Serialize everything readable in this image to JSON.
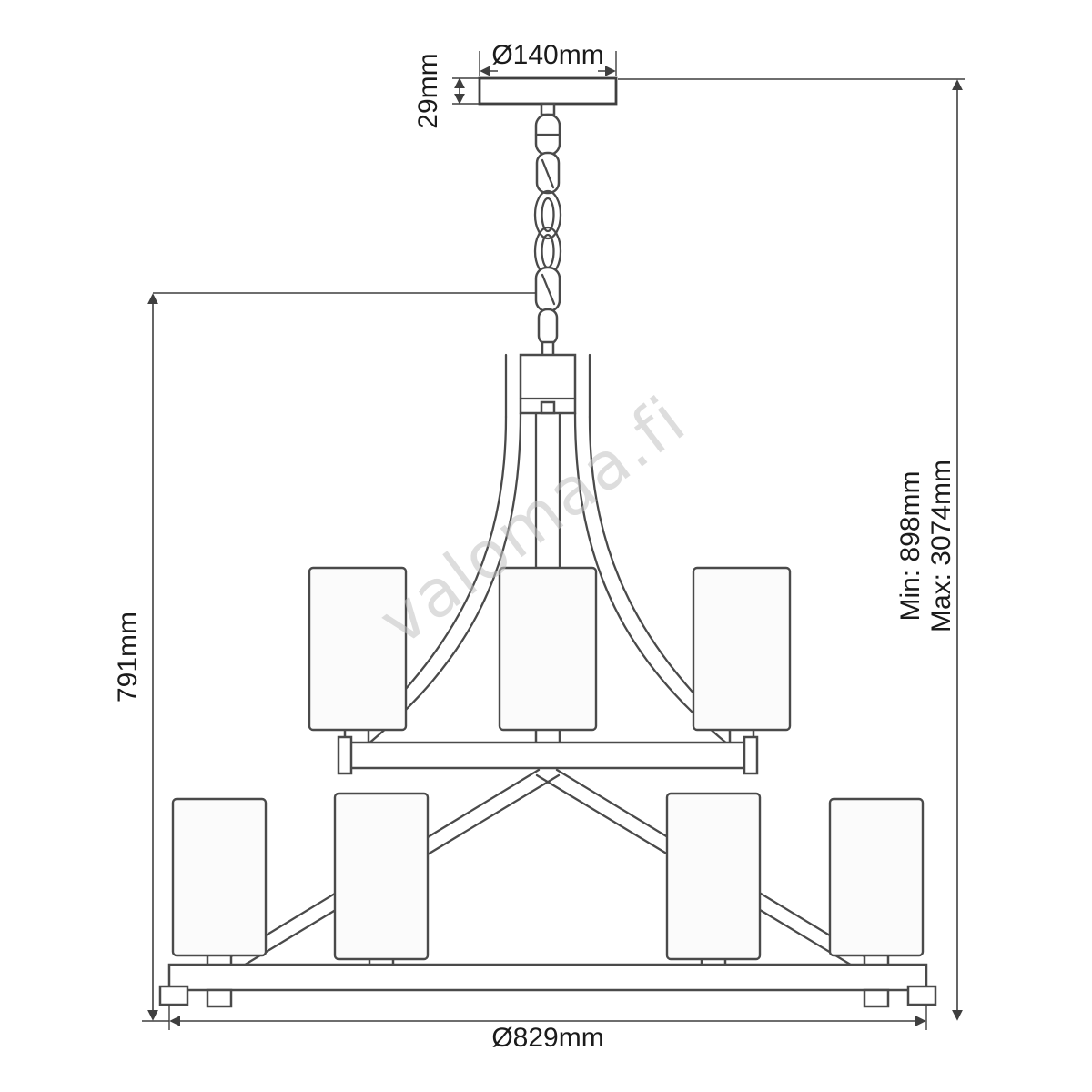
{
  "drawing": {
    "title": "chandelier technical dimension diagram",
    "labels": {
      "canopy_diameter": "Ø140mm",
      "canopy_height": "29mm",
      "fixture_height": "791mm",
      "min_drop": "Min: 898mm",
      "max_drop": "Max: 3074mm",
      "fixture_diameter": "Ø829mm"
    },
    "watermark": "valomaa.fi",
    "colors": {
      "line": "#4a4a4a",
      "dimension_line": "#3f3f3f",
      "text": "#1b1b1b",
      "watermark": "#c2c2c2",
      "shade_fill": "#fbfbfb",
      "background": "#ffffff"
    }
  }
}
